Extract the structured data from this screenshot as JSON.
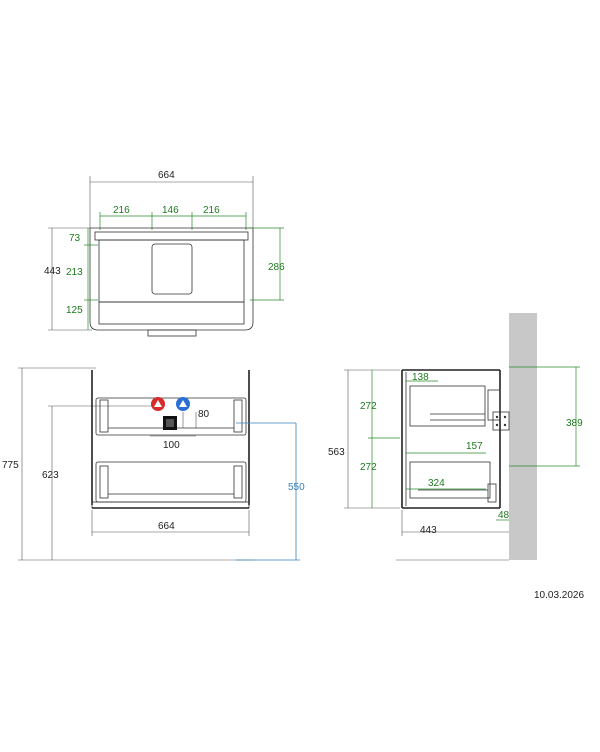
{
  "top_view": {
    "overall_width": "664",
    "width_left": "216",
    "width_mid": "146",
    "width_right": "216",
    "depth_total": "443",
    "depth_top": "73",
    "depth_mid": "213",
    "depth_bottom": "125",
    "depth_inner": "286"
  },
  "front_view": {
    "total_height": "775",
    "height_623": "623",
    "height_550": "550",
    "offset_80": "80",
    "spacing_100": "100",
    "width": "664"
  },
  "side_view": {
    "height": "563",
    "drawer_top": "272",
    "drawer_bottom": "272",
    "dim_138": "138",
    "dim_157": "157",
    "dim_324": "324",
    "dim_48": "48",
    "depth": "443",
    "wall_389": "389"
  },
  "footer": {
    "date": "10.03.2026"
  },
  "colors": {
    "dimension_green": "#1d7a1d",
    "water_blue": "#3a7fb8",
    "hot_red": "#d62b2b",
    "cold_blue": "#2a6fd6",
    "wall_gray": "#c8c8c8"
  }
}
